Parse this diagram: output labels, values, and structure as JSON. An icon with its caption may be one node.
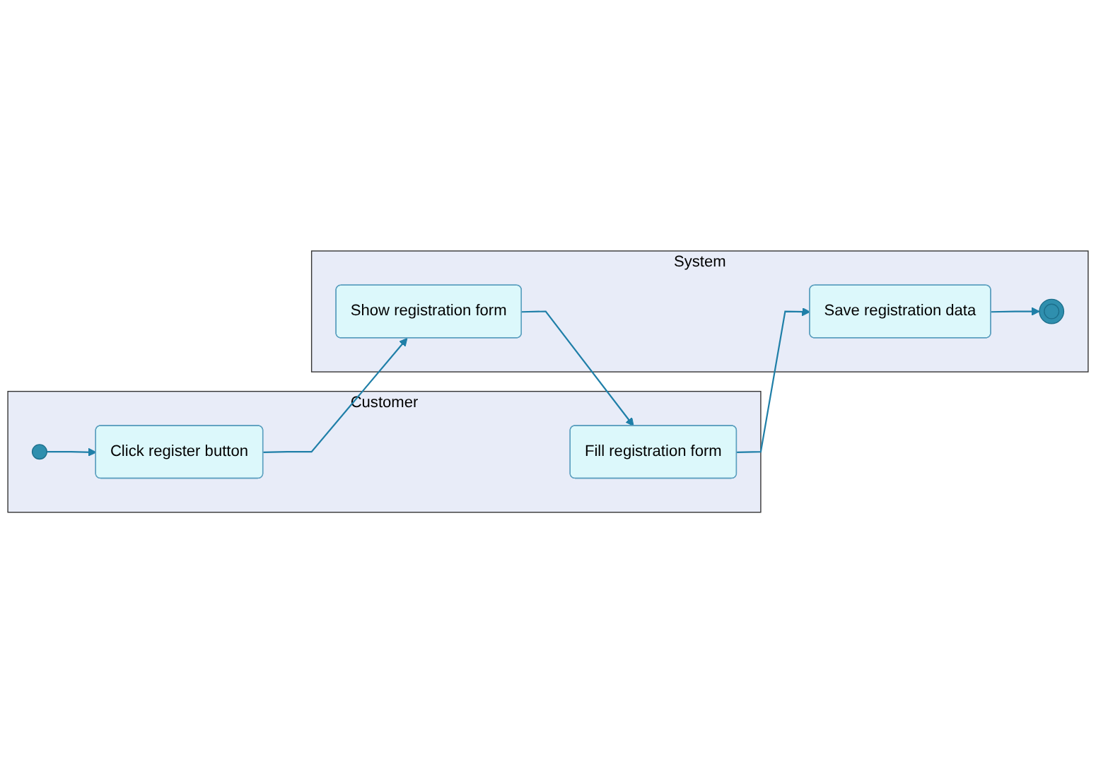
{
  "diagram": {
    "nodes": [
      {
        "text": [
          "Customer"
        ]
      },
      {
        "text": [
          "System"
        ]
      },
      {
        "text": [],
        "shape": "circle",
        "in": 0
      },
      {
        "text": [
          "Click register button"
        ],
        "in": 0
      },
      {
        "text": [
          "Show registration form"
        ],
        "in": 1
      },
      {
        "text": [
          "Fill registration form"
        ],
        "in": 0
      },
      {
        "text": [
          "Save registration data"
        ],
        "in": 1
      },
      {
        "text": [],
        "shape": "circle",
        "in": 1
      }
    ],
    "edges": [
      {
        "from": 2,
        "to": 3,
        "arrow": "to"
      },
      {
        "from": 3,
        "to": 4,
        "arrow": "to"
      },
      {
        "from": 4,
        "to": 5,
        "arrow": "to"
      },
      {
        "from": 5,
        "to": 6,
        "arrow": "to"
      },
      {
        "from": 6,
        "to": 7,
        "arrow": "to"
      }
    ]
  }
}
